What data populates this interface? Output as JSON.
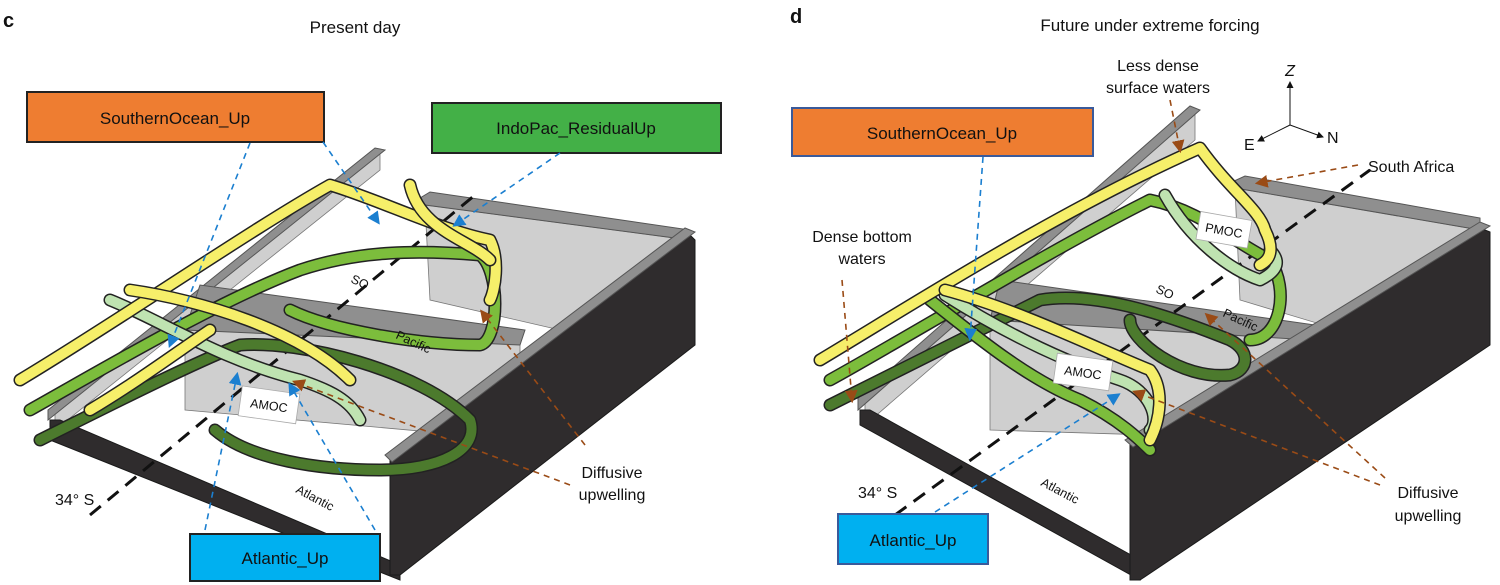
{
  "figure": {
    "panels": [
      {
        "letter": "c",
        "title": "Present day",
        "boxes": {
          "southern_ocean_up": {
            "label": "SouthernOcean_Up",
            "color": "#ee7d31"
          },
          "indopac_residual_up": {
            "label": "IndoPac_ResidualUp",
            "color": "#43b047"
          },
          "atlantic_up": {
            "label": "Atlantic_Up",
            "color": "#00b0f0"
          }
        },
        "region_labels": {
          "so": "SO",
          "pacific": "Pacific",
          "atlantic": "Atlantic",
          "amoc": "AMOC",
          "latitude": "34° S"
        },
        "annotations": {
          "diffusive_line1": "Diffusive",
          "diffusive_line2": "upwelling"
        }
      },
      {
        "letter": "d",
        "title": "Future under extreme forcing",
        "boxes": {
          "southern_ocean_up": {
            "label": "SouthernOcean_Up",
            "color": "#ee7d31"
          },
          "atlantic_up": {
            "label": "Atlantic_Up",
            "color": "#00b0f0"
          }
        },
        "region_labels": {
          "so": "SO",
          "pacific": "Pacific",
          "atlantic": "Atlantic",
          "amoc": "AMOC",
          "pmoc": "PMOC",
          "latitude": "34° S"
        },
        "annotations": {
          "less_dense_line1": "Less dense",
          "less_dense_line2": "surface waters",
          "dense_bottom_line1": "Dense bottom",
          "dense_bottom_line2": "waters",
          "south_africa": "South Africa",
          "diffusive_line1": "Diffusive",
          "diffusive_line2": "upwelling"
        },
        "compass": {
          "z": "Z",
          "n": "N",
          "e": "E"
        }
      }
    ],
    "colors": {
      "surface_flow": "#f6ef6a",
      "intermediate_flow": "#bfe3b1",
      "deep_flow": "#7cbd3c",
      "bottom_flow": "#4c7a2d",
      "pointer_blue": "#1b7fd0",
      "pointer_brown": "#9a4b16"
    }
  }
}
